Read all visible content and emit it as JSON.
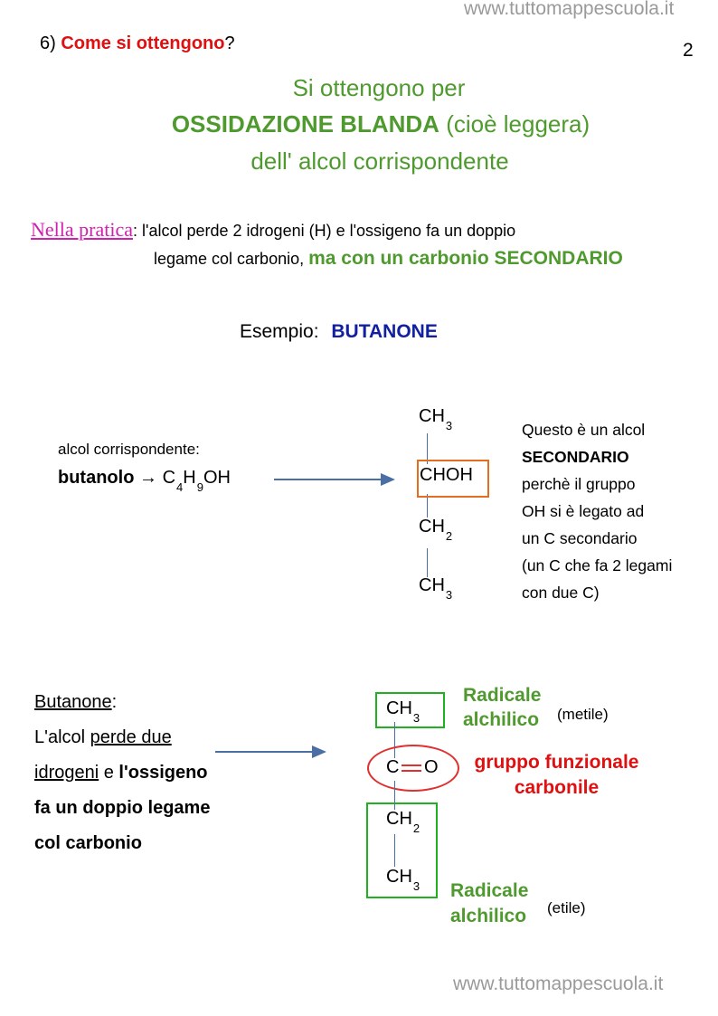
{
  "watermark_top": "www.tuttomappescuola.it",
  "watermark_bottom": "www.tuttomappescuola.it",
  "page_number": "2",
  "section": {
    "number": "6)",
    "question": "Come si ottengono",
    "question_mark": "?"
  },
  "headline": {
    "line1": "Si ottengono per",
    "line2_bold": "OSSIDAZIONE BLANDA",
    "line2_rest": "(cioè leggera)",
    "line3": "dell' alcol corrispondente"
  },
  "practice": {
    "label": "Nella pratica",
    "colon": ":",
    "line1": "l'alcol perde 2 idrogeni (H) e l'ossigeno fa un doppio",
    "line2": "legame col carbonio,",
    "line2_highlight": "ma con un carbonio SECONDARIO"
  },
  "example": {
    "label": "Esempio:",
    "name": "BUTANONE"
  },
  "alcohol": {
    "caption": "alcol corrispondente:",
    "name": "butanolo",
    "arrow": "→",
    "formula": [
      {
        "t": "C"
      },
      {
        "s": "4"
      },
      {
        "t": "H"
      },
      {
        "s": "9"
      },
      {
        "t": "OH"
      }
    ],
    "chain": {
      "ch3_top": "CH",
      "ch3_top_sub": "3",
      "choh": "CHOH",
      "ch2": "CH",
      "ch2_sub": "2",
      "ch3_bottom": "CH",
      "ch3_bottom_sub": "3"
    },
    "note": {
      "line1": "Questo è un alcol",
      "line2": "SECONDARIO",
      "line3": "perchè il gruppo",
      "line4": "OH si è legato ad",
      "line5": "un C secondario",
      "line6": "(un C che fa 2 legami",
      "line7": "con due C)"
    }
  },
  "butanone": {
    "title": "Butanone",
    "colon": ":",
    "line1_a": "L'alcol ",
    "line1_u": "perde due ",
    "line2_u": "idrogeni",
    "line2_b": " e ",
    "line2_bold": "l'ossigeno",
    "line3": "fa un doppio legame",
    "line4": "col carbonio",
    "chain": {
      "ch3": "CH",
      "ch3_sub": "3",
      "c": "C",
      "o": "O",
      "ch2": "CH",
      "ch2_sub": "2",
      "ch3b": "CH",
      "ch3b_sub": "3"
    },
    "labels": {
      "radical_top_1": "Radicale",
      "radical_top_2": "alchilico",
      "radical_top_note": "(metile)",
      "functional_1": "gruppo funzionale",
      "functional_2": "carbonile",
      "radical_bottom_1": "Radicale",
      "radical_bottom_2": "alchilico",
      "radical_bottom_note": "(etile)"
    }
  }
}
